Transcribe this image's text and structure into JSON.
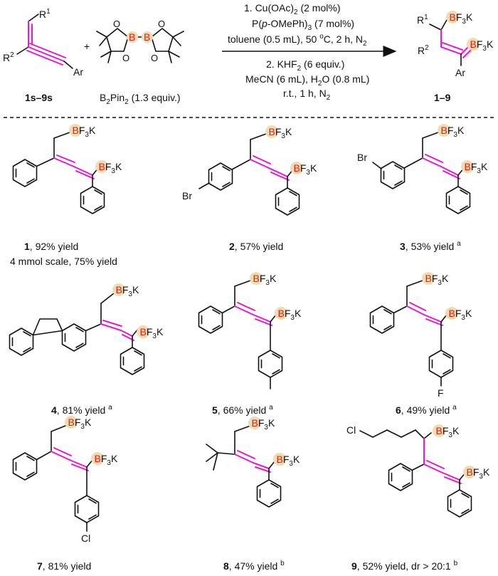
{
  "reaction": {
    "substrate": {
      "r1": "R",
      "r1_sup": "1",
      "r2": "R",
      "r2_sup": "2",
      "ar": "Ar",
      "label": "1s–9s"
    },
    "plus": "+",
    "reagent": {
      "label_pre": "B",
      "label_sub": "2",
      "label_mid": "Pin",
      "label_sub2": "2",
      "label_post": " (1.3 equiv.)"
    },
    "conditions_top": {
      "line1": "1. Cu(OAc)",
      "line1_sub": "2",
      "line1_post": " (2 mol%)",
      "line2_pre": "P(",
      "line2_it": "p",
      "line2_mid": "-OMePh)",
      "line2_sub": "3",
      "line2_post": " (7 mol%)",
      "line3_pre": "toluene (0.5 mL), 50 ",
      "line3_sup": "o",
      "line3_post": "C, 2 h, N",
      "line3_sub": "2"
    },
    "conditions_bottom": {
      "line1_pre": "2. KHF",
      "line1_sub": "2",
      "line1_post": " (6 equiv.)",
      "line2_pre": "MeCN (6 mL), H",
      "line2_sub": "2",
      "line2_post": "O (0.8 mL)",
      "line3_pre": "r.t., 1 h, N",
      "line3_sub": "2"
    },
    "product_label": "1–9"
  },
  "group": {
    "b": "B",
    "f": "F",
    "f_sub": "3",
    "k": "K",
    "br": "Br",
    "cl": "Cl",
    "f_atom": "F"
  },
  "products": [
    {
      "num": "1",
      "text": ", 92% yield",
      "line2": "4 mmol scale, 75% yield",
      "sup": ""
    },
    {
      "num": "2",
      "text": ", 57% yield",
      "sup": ""
    },
    {
      "num": "3",
      "text": ", 53% yield ",
      "sup": "a"
    },
    {
      "num": "4",
      "text": ", 81% yield ",
      "sup": "a"
    },
    {
      "num": "5",
      "text": ", 66% yield ",
      "sup": "a"
    },
    {
      "num": "6",
      "text": ", 49% yield ",
      "sup": "a"
    },
    {
      "num": "7",
      "text": ", 81% yield",
      "sup": ""
    },
    {
      "num": "8",
      "text": ", 47% yield ",
      "sup": "b"
    },
    {
      "num": "9",
      "text": ", 52% yield, dr > 20:1 ",
      "sup": "b"
    }
  ],
  "colors": {
    "allene": "#e21ad0",
    "boron": "#e21b1b",
    "boron_highlight": "#efdcb0"
  }
}
